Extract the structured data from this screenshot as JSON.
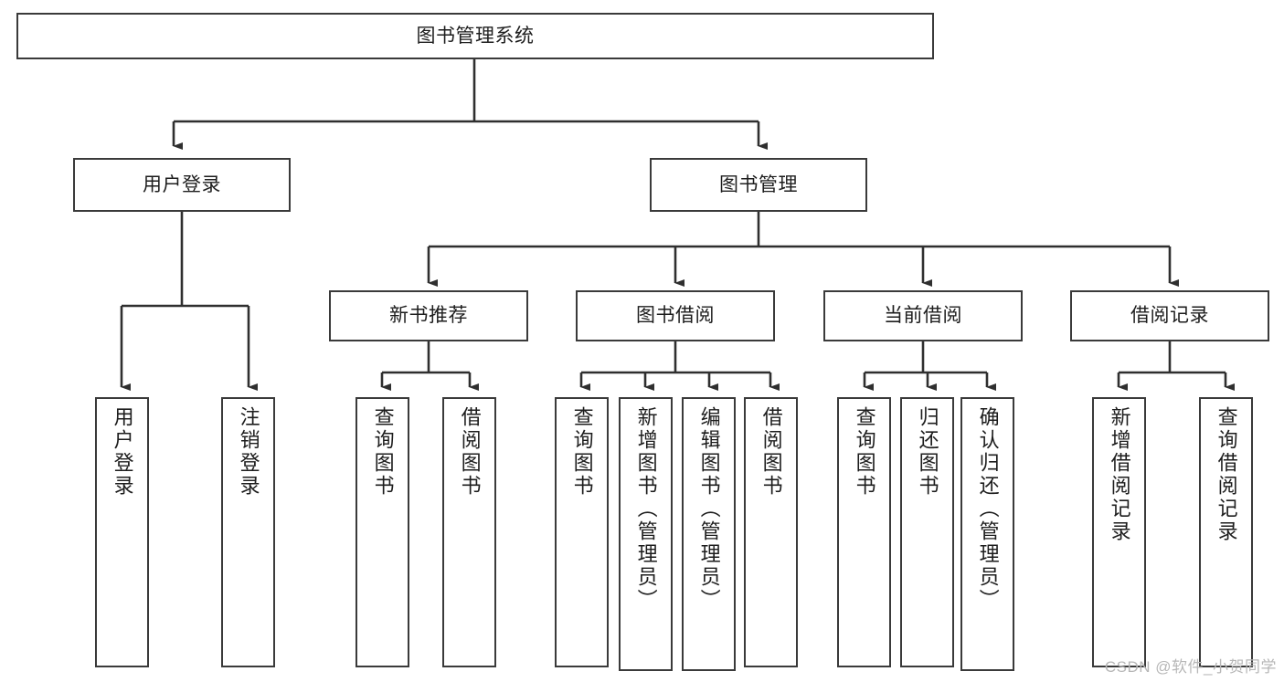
{
  "diagram": {
    "title": "图书管理系统",
    "type": "tree-hierarchy",
    "orientation": "top-down",
    "box_fill": "#ffffff",
    "box_stroke": "#3a3a3a",
    "edge_color": "#3a3a3a",
    "background": "#ffffff"
  },
  "nodes": {
    "root": {
      "label": "图书管理系统",
      "level": 1
    },
    "l2": [
      {
        "label": "用户登录",
        "level": 2
      },
      {
        "label": "图书管理",
        "level": 2
      }
    ],
    "l3": [
      {
        "label": "新书推荐",
        "level": 3
      },
      {
        "label": "图书借阅",
        "level": 3
      },
      {
        "label": "当前借阅",
        "level": 3
      },
      {
        "label": "借阅记录",
        "level": 3
      }
    ],
    "leaves": {
      "user_login": [
        {
          "label": "用户登录"
        },
        {
          "label": "注销登录"
        }
      ],
      "new_book_rec": [
        {
          "label": "查询图书"
        },
        {
          "label": "借阅图书"
        }
      ],
      "book_borrow": [
        {
          "label": "查询图书"
        },
        {
          "label": "新增图书（管理员）"
        },
        {
          "label": "编辑图书（管理员）"
        },
        {
          "label": "借阅图书"
        }
      ],
      "current_borrow": [
        {
          "label": "查询图书"
        },
        {
          "label": "归还图书"
        },
        {
          "label": "确认归还（管理员）"
        }
      ],
      "borrow_record": [
        {
          "label": "新增借阅记录"
        },
        {
          "label": "查询借阅记录"
        }
      ]
    }
  },
  "watermark": {
    "text": "CSDN @软件_小贺同学"
  }
}
